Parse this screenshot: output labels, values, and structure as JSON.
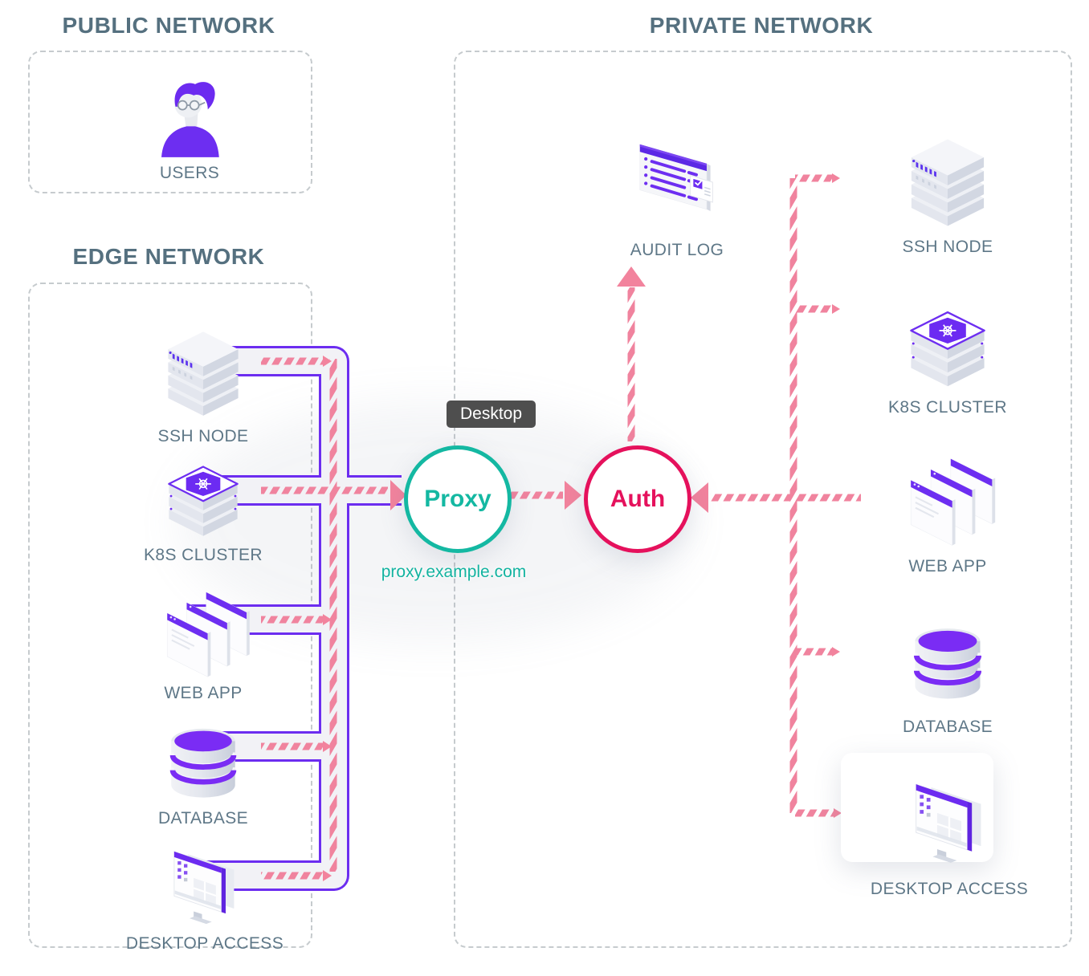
{
  "colors": {
    "purple": "#6c2df0",
    "pink": "#f0839e",
    "teal": "#14b8a2",
    "crimson": "#e5115c",
    "title_slate": "#55707f",
    "label_slate": "#5e7787",
    "tooltip_bg": "#4e4e4e",
    "tube_fill": "#f2f2f6"
  },
  "public_network": {
    "title": "PUBLIC NETWORK",
    "items": [
      {
        "label": "USERS",
        "icon": "users-icon"
      }
    ]
  },
  "edge_network": {
    "title": "EDGE NETWORK",
    "items": [
      {
        "label": "SSH NODE",
        "icon": "server-stack-icon"
      },
      {
        "label": "K8S CLUSTER",
        "icon": "kubernetes-cluster-icon"
      },
      {
        "label": "WEB APP",
        "icon": "web-app-windows-icon"
      },
      {
        "label": "DATABASE",
        "icon": "database-cylinder-icon"
      },
      {
        "label": "DESKTOP ACCESS",
        "icon": "desktop-monitor-icon"
      }
    ]
  },
  "private_network": {
    "title": "PRIVATE NETWORK",
    "items": [
      {
        "label": "AUDIT LOG",
        "icon": "audit-log-icon"
      },
      {
        "label": "SSH NODE",
        "icon": "server-stack-icon"
      },
      {
        "label": "K8S CLUSTER",
        "icon": "kubernetes-cluster-icon"
      },
      {
        "label": "WEB APP",
        "icon": "web-app-windows-icon"
      },
      {
        "label": "DATABASE",
        "icon": "database-cylinder-icon"
      },
      {
        "label": "DESKTOP ACCESS",
        "icon": "desktop-monitor-icon",
        "highlighted": true
      }
    ]
  },
  "proxy": {
    "label": "Proxy",
    "hostname": "proxy.example.com",
    "tooltip": "Desktop"
  },
  "auth": {
    "label": "Auth"
  }
}
